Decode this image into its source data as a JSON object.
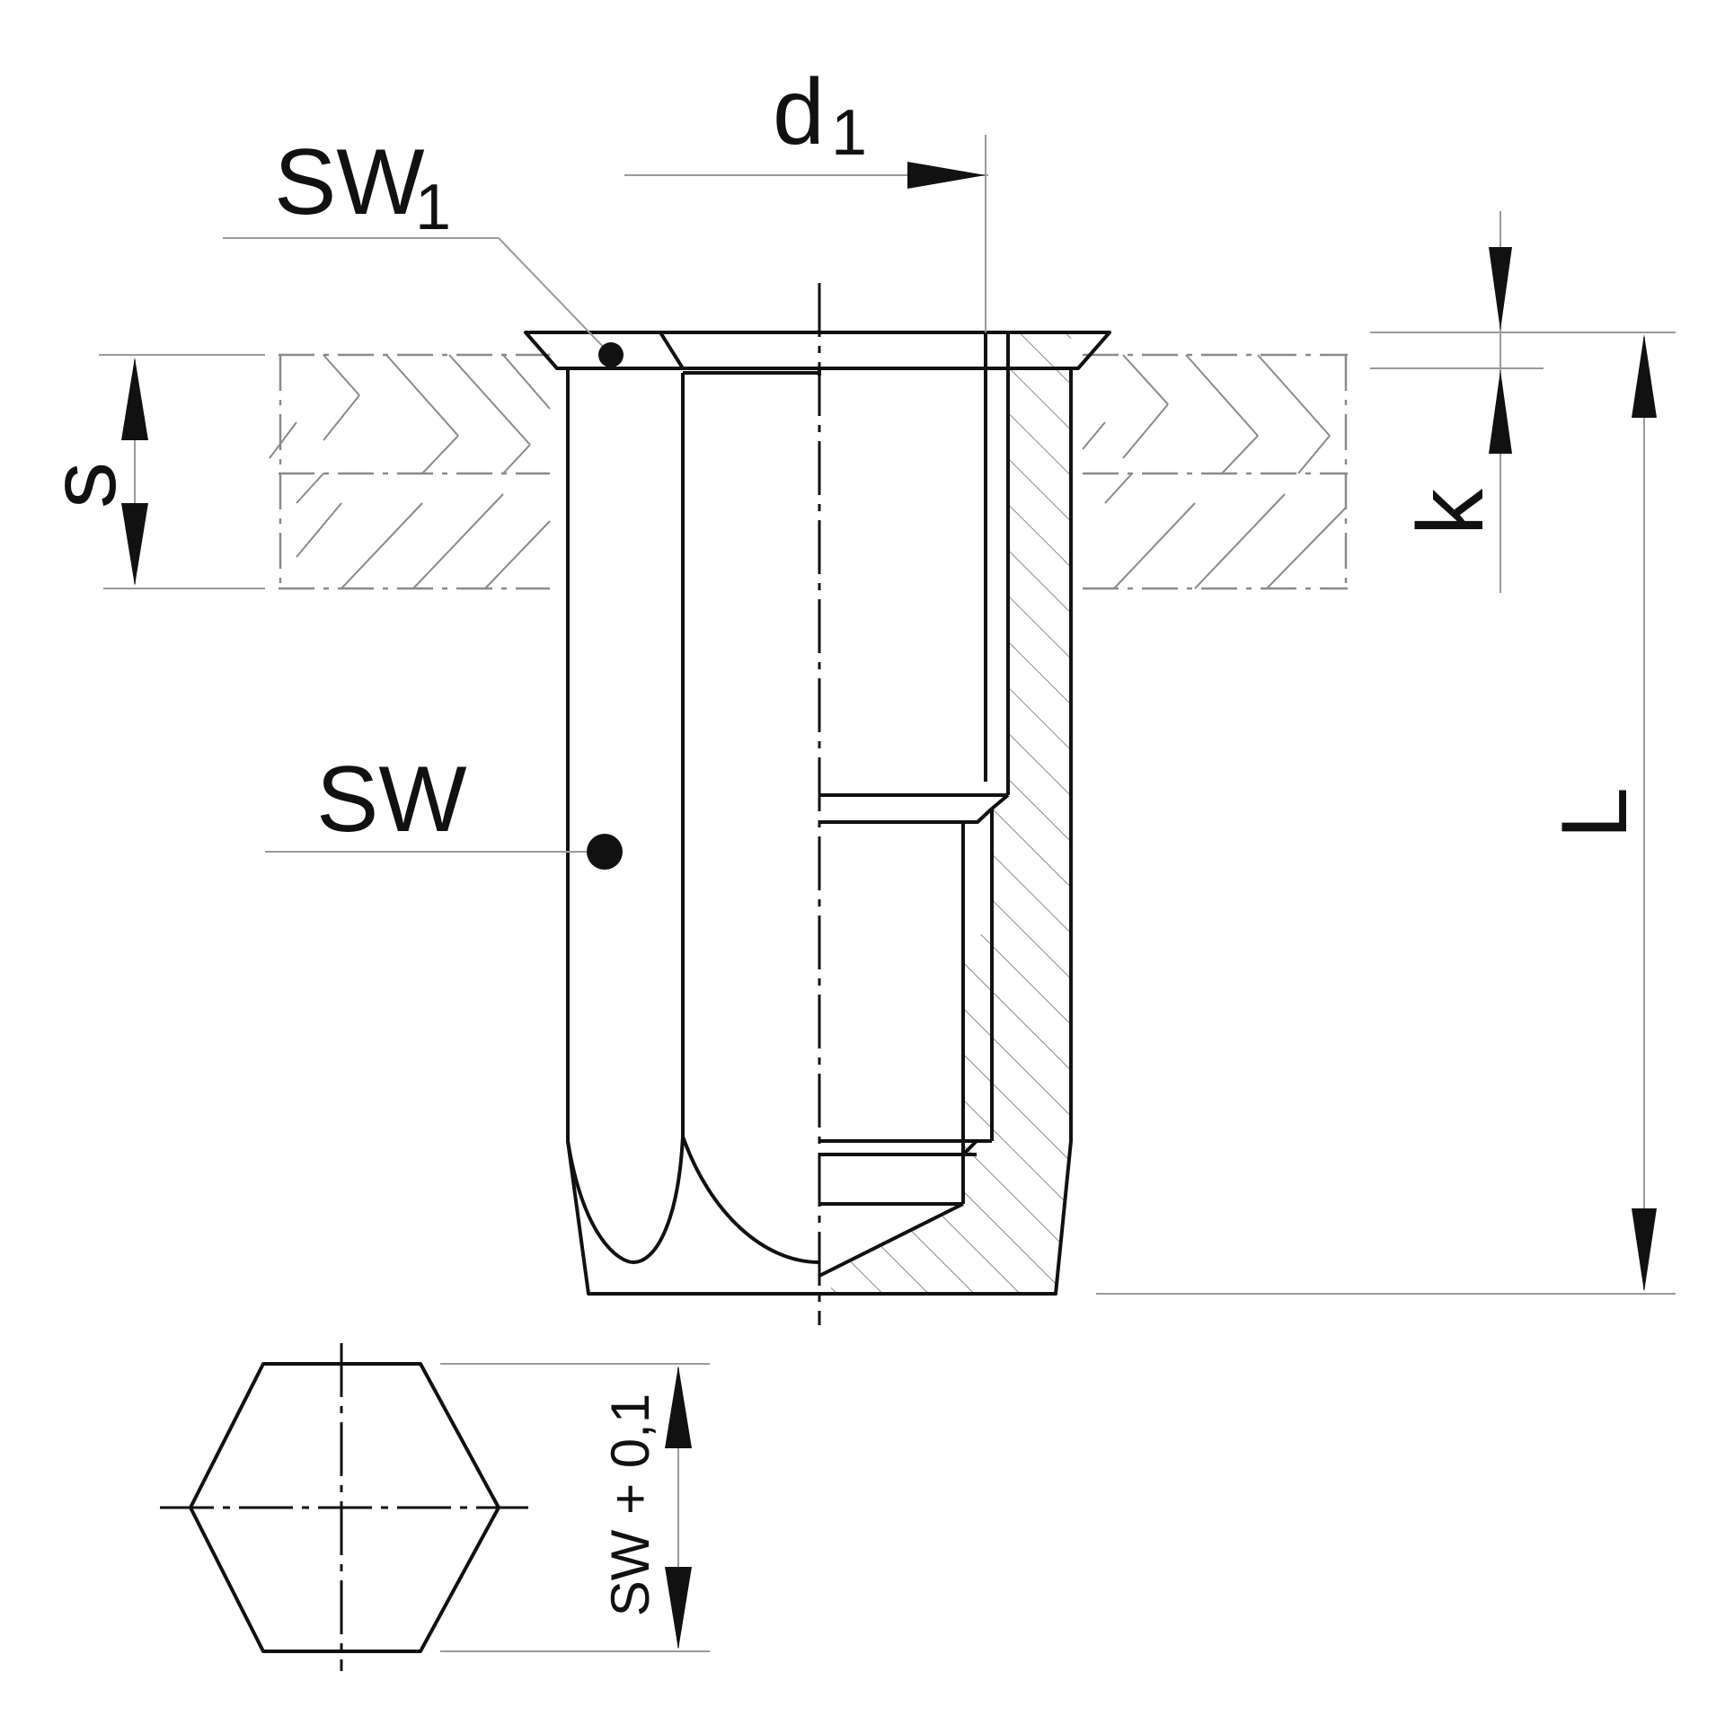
{
  "labels": {
    "d1_main": "d",
    "d1_sub": "1",
    "sw1_main": "SW",
    "sw1_sub": "1",
    "sw": "SW",
    "s": "s",
    "k": "k",
    "L": "L",
    "hex_tolerance": "SW + 0,1"
  }
}
